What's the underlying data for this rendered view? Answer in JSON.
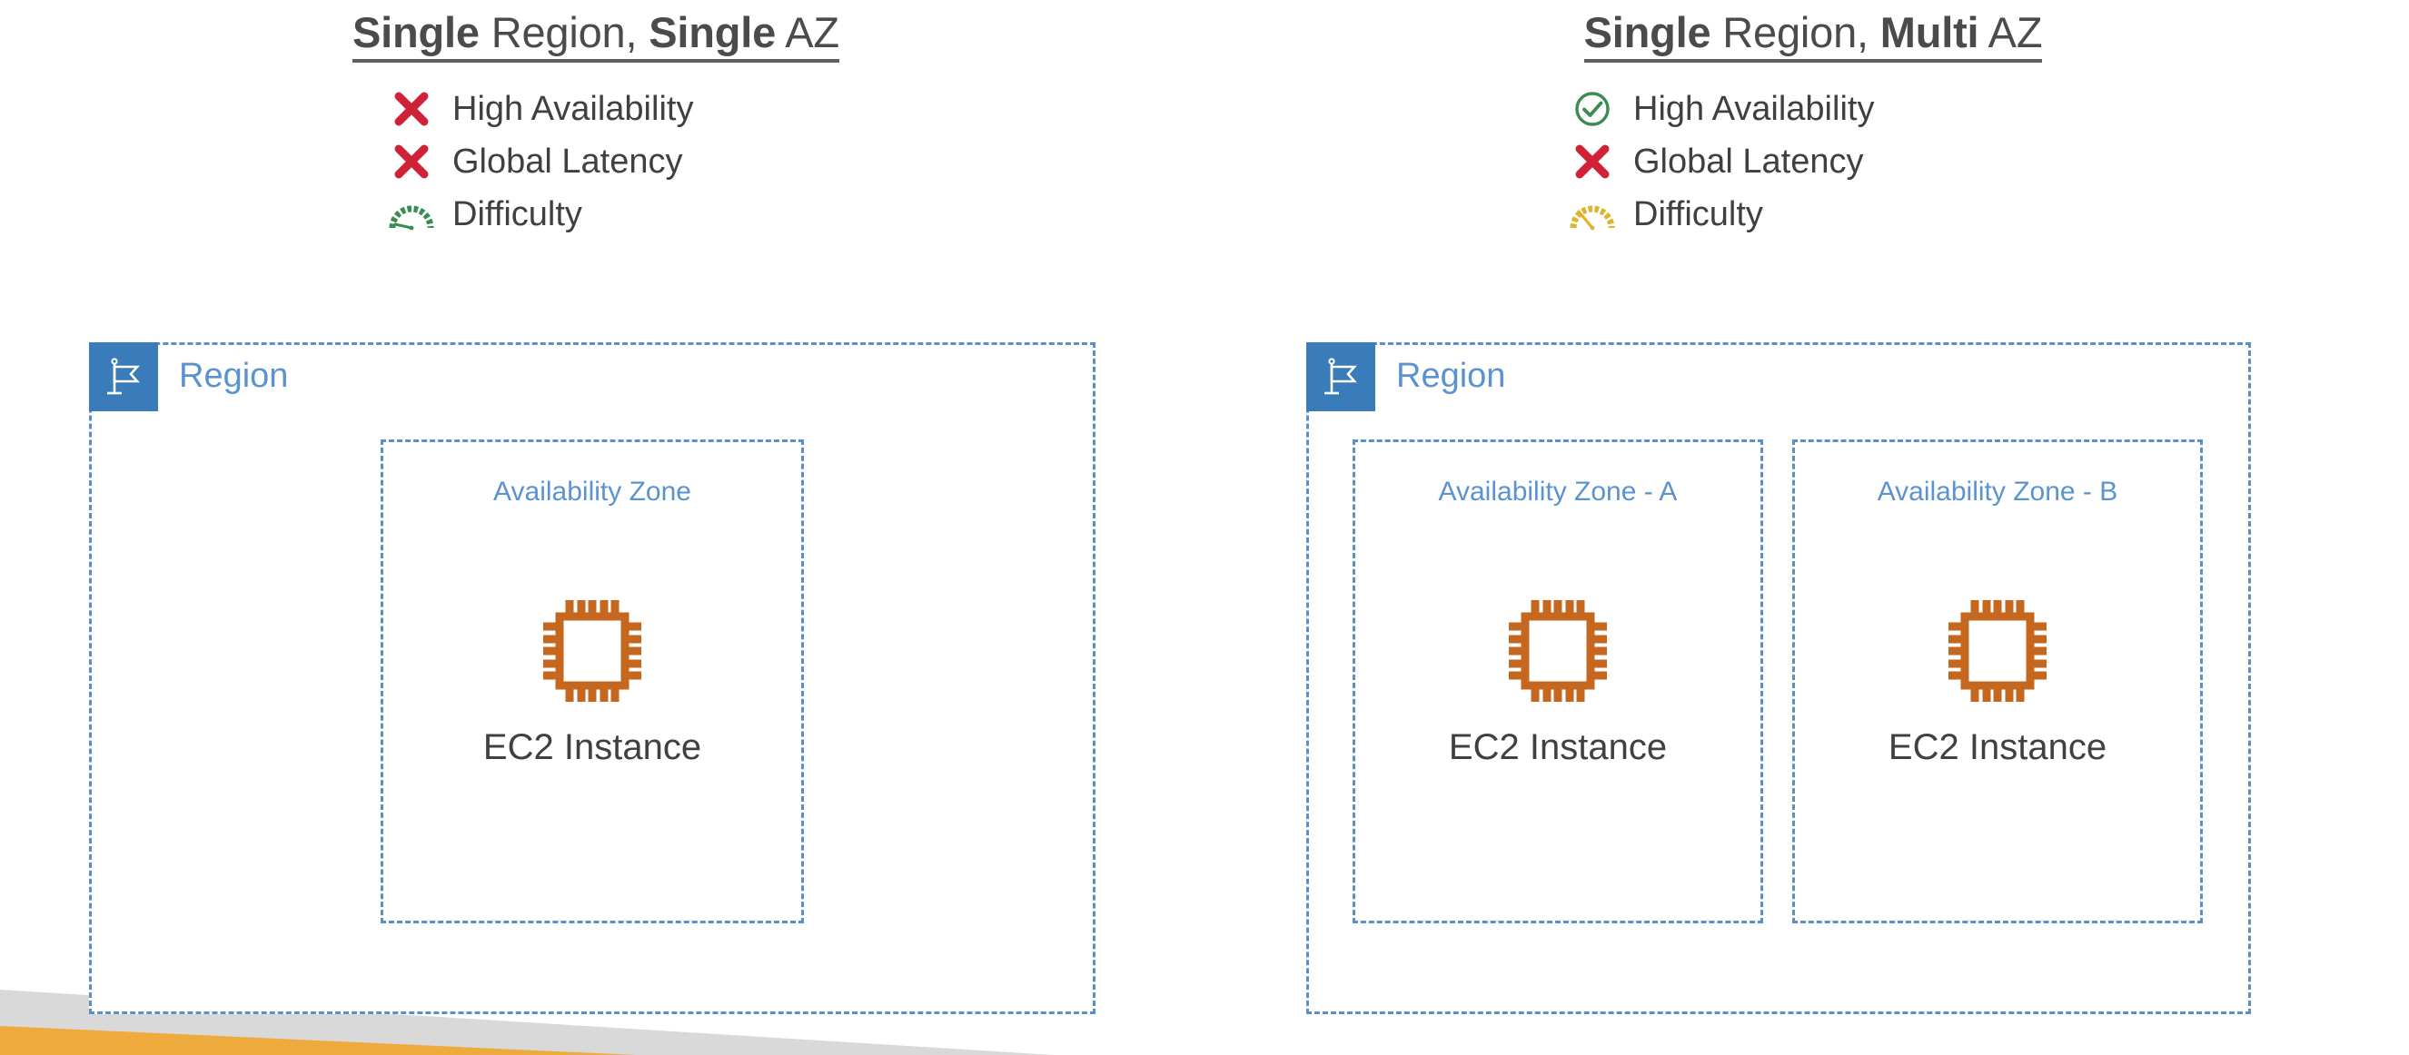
{
  "slide": {
    "background_color": "#ffffff",
    "decor": {
      "gray_color": "#d9d9d9",
      "orange_color": "#eeaa3c"
    },
    "colors": {
      "region_blue": "#3a7cb9",
      "dashed_border_blue": "#5b8fc9",
      "label_blue": "#5b92d0",
      "ec2_orange": "#c6671f",
      "text_gray": "#404040",
      "title_gray": "#4b4b4b",
      "cross_red": "#cf2237",
      "check_green": "#3a8c52",
      "gauge_green": "#3a8c52",
      "gauge_yellow": "#dfb42c"
    }
  },
  "panels": [
    {
      "id": "single-region-single-az",
      "title": {
        "part1_bold": "Single",
        "part2": " Region, ",
        "part3_bold": "Single",
        "part4": " AZ"
      },
      "features": [
        {
          "label": "High Availability",
          "icon": "cross-icon",
          "status": "no"
        },
        {
          "label": "Global Latency",
          "icon": "cross-icon",
          "status": "no"
        },
        {
          "label": "Difficulty",
          "icon": "gauge-low-icon",
          "status": "low"
        }
      ],
      "region": {
        "label": "Region",
        "icon": "flag-icon",
        "zones": [
          {
            "label": "Availability Zone",
            "resource": {
              "label": "EC2 Instance",
              "icon": "ec2-chip-icon"
            }
          }
        ]
      }
    },
    {
      "id": "single-region-multi-az",
      "title": {
        "part1_bold": "Single",
        "part2": " Region, ",
        "part3_bold": "Multi",
        "part4": " AZ"
      },
      "features": [
        {
          "label": "High Availability",
          "icon": "check-circle-icon",
          "status": "yes"
        },
        {
          "label": "Global Latency",
          "icon": "cross-icon",
          "status": "no"
        },
        {
          "label": "Difficulty",
          "icon": "gauge-medium-icon",
          "status": "medium"
        }
      ],
      "region": {
        "label": "Region",
        "icon": "flag-icon",
        "zones": [
          {
            "label": "Availability Zone - A",
            "resource": {
              "label": "EC2 Instance",
              "icon": "ec2-chip-icon"
            }
          },
          {
            "label": "Availability Zone - B",
            "resource": {
              "label": "EC2 Instance",
              "icon": "ec2-chip-icon"
            }
          }
        ]
      }
    }
  ]
}
